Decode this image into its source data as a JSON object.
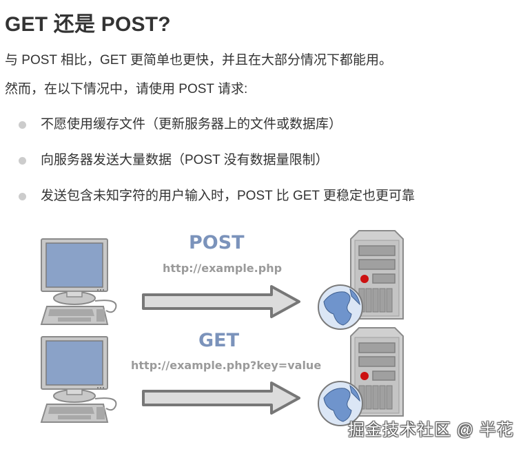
{
  "heading": "GET 还是 POST?",
  "paragraphs": [
    "与 POST 相比，GET 更简单也更快，并且在大部分情况下都能用。",
    "然而，在以下情况中，请使用 POST 请求:"
  ],
  "list_items": [
    "不愿使用缓存文件（更新服务器上的文件或数据库）",
    "向服务器发送大量数据（POST 没有数据量限制）",
    "发送包含未知字符的用户输入时，POST 比 GET 更稳定也更可靠"
  ],
  "diagram": {
    "post": {
      "method": "POST",
      "url": "http://example.php"
    },
    "get": {
      "method": "GET",
      "url": "http://example.php?key=value"
    },
    "icons": [
      "computer-icon",
      "arrow-right-icon",
      "server-icon",
      "globe-icon"
    ],
    "colors": {
      "method_label": "#7b93bb",
      "url_label": "#9a9a9a",
      "screen": "#8aa2c8",
      "frame": "#a8a8a8",
      "led": "#cc1111"
    }
  },
  "watermark": "掘金技术社区 @ 半花"
}
